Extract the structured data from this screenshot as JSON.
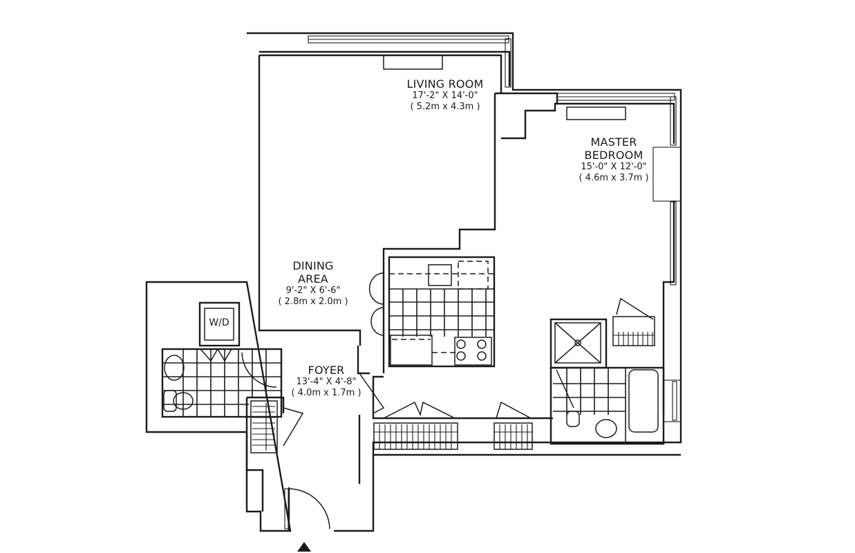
{
  "floorplan": {
    "rooms": [
      {
        "id": "living-room",
        "name": "LIVING ROOM",
        "dim_imperial": "17'-2\" X 14'-0\"",
        "dim_metric": "( 5.2m x 4.3m )"
      },
      {
        "id": "master-bedroom",
        "name_line1": "MASTER",
        "name_line2": "BEDROOM",
        "dim_imperial": "15'-0\" X 12'-0\"",
        "dim_metric": "( 4.6m x 3.7m )"
      },
      {
        "id": "dining-area",
        "name_line1": "DINING",
        "name_line2": "AREA",
        "dim_imperial": "9'-2\" X 6'-6\"",
        "dim_metric": "( 2.8m x 2.0m )"
      },
      {
        "id": "foyer",
        "name": "FOYER",
        "dim_imperial": "13'-4\" X 4'-8\"",
        "dim_metric": "( 4.0m x 1.7m )"
      }
    ],
    "fixtures": {
      "washer_dryer": "W/D"
    },
    "entry_marker": "entry-arrow-icon",
    "colors": {
      "line": "#1a1a1a",
      "background": "#ffffff"
    }
  }
}
